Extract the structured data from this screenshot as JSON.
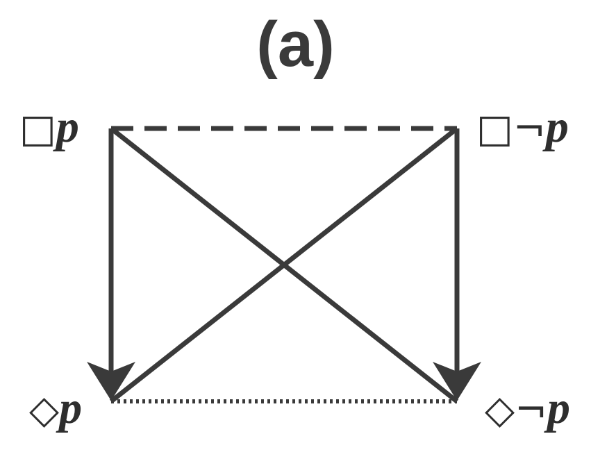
{
  "title": "(a)",
  "nodes": {
    "top_left": {
      "operator": "□",
      "formula": "p"
    },
    "top_right": {
      "operator": "□¬",
      "formula": "p"
    },
    "bottom_left": {
      "operator": "◇",
      "formula": "p"
    },
    "bottom_right": {
      "operator": "◇¬",
      "formula": "p"
    }
  },
  "colors": {
    "line": "#3a3a3a"
  }
}
